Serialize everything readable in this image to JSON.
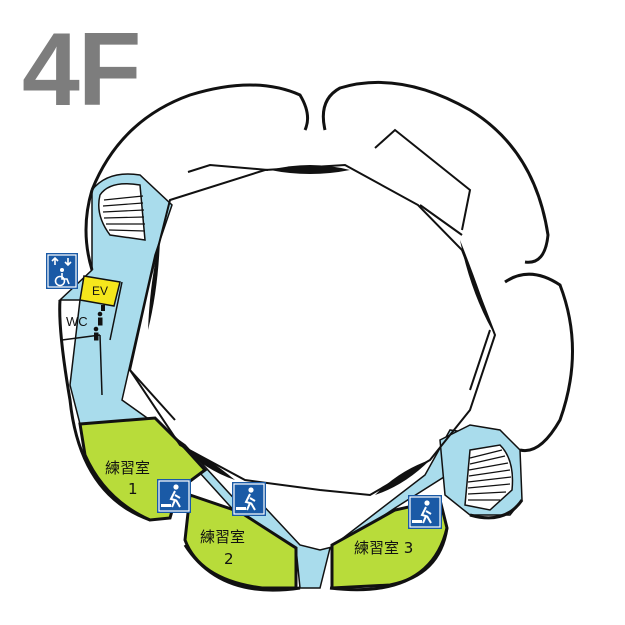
{
  "floor": {
    "label": "4F"
  },
  "rooms": {
    "practice_1": {
      "line1": "練習室",
      "line2": "1"
    },
    "practice_2": {
      "line1": "練習室",
      "line2": "2"
    },
    "practice_3": {
      "line1": "練習室 3"
    },
    "elevator": {
      "label": "EV"
    },
    "restroom": {
      "label": "WC"
    }
  },
  "icons": {
    "accessible_elevator": "accessible-elevator-icon",
    "room_entrance": "room-entrance-icon",
    "restroom": "restroom-icon"
  },
  "colors": {
    "corridor": "#a9dcec",
    "practice_room": "#b8dc3a",
    "elevator": "#f5e61c",
    "sign_blue": "#1a5aa6",
    "outline": "#111111",
    "floor_label": "#7d7d7d"
  }
}
